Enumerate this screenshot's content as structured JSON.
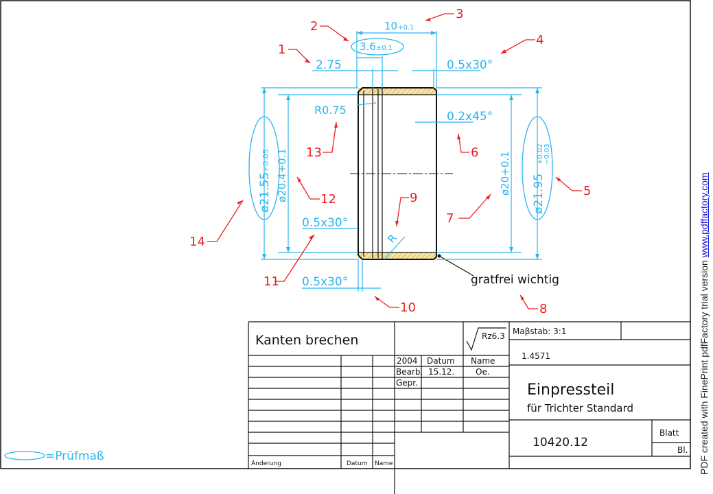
{
  "callouts": [
    "1",
    "2",
    "3",
    "4",
    "5",
    "6",
    "7",
    "8",
    "9",
    "10",
    "11",
    "12",
    "13",
    "14"
  ],
  "dimensions": {
    "d1": "2.75",
    "d2_base": "3.6",
    "d2_tol": "±0.1",
    "d3_base": "10",
    "d3_tol": "+0.1",
    "d4": "0.5x30°",
    "d5_base": "ø21.95",
    "d5_tol_upper": "+0.02",
    "d5_tol_lower": "−0.03",
    "d6": "0.2x45°",
    "d7": "ø20+0.1",
    "d9": "R",
    "d10": "0.5x30°",
    "d11": "0.5x30°",
    "d12": "ø20.4+0.1",
    "d13": "R0.75",
    "d14_base": "ø21.55",
    "d14_tol": "+0.05"
  },
  "notes": {
    "burr_free": "gratfrei wichtig",
    "legend": "=Prüfmaß"
  },
  "title_block": {
    "edges_note": "Kanten brechen",
    "roughness": "Rz6.3",
    "scale": "Maβstab: 3:1",
    "material": "1.4571",
    "year": "2004",
    "col_date": "Datum",
    "col_name": "Name",
    "row_drawn": "Bearb.",
    "drawn_date": "15.12.",
    "drawn_name": "Oe.",
    "row_checked": "Gepr.",
    "title": "Einpressteil",
    "subtitle": "für Trichter Standard",
    "drawing_number": "10420.12",
    "sheet_label": "Blatt",
    "sheet_abbrev": "Bl.",
    "rev_change": "Änderung",
    "rev_date": "Datum",
    "rev_name": "Name"
  },
  "watermark": {
    "prefix": "PDF created with FinePrint pdfFactory trial version ",
    "link": "www.pdffactory.com"
  }
}
